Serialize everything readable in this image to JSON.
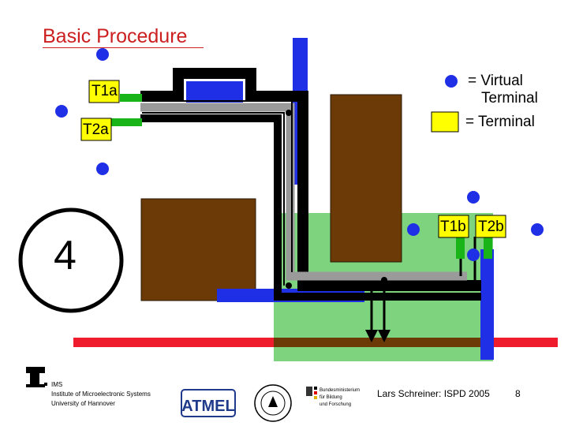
{
  "slide": {
    "title": "Basic Procedure",
    "step_number": "4",
    "terminals": {
      "t1a": "T1a",
      "t2a": "T2a",
      "t1b": "T1b",
      "t2b": "T2b"
    },
    "legend": {
      "virtual_terminal_line1": "= Virtual",
      "virtual_terminal_line2": "Terminal",
      "terminal": "= Terminal"
    },
    "footer": {
      "author": "Lars Schreiner: ISPD 2005",
      "page": "8"
    },
    "logos": {
      "ims_line1": "IMS",
      "ims_line2": "Institute of Microelectronic Systems",
      "ims_line3": "University of Hannover",
      "ministry_line1": "Bundesministerium",
      "ministry_line2": "für Bildung",
      "ministry_line3": "und Forschung"
    }
  },
  "colors": {
    "title": "#cc1f1f",
    "blue": "#1f2fe6",
    "green": "#18b418",
    "light_green": "#7ed37e",
    "brown": "#6b3a06",
    "red": "#ee1c2c",
    "yellow": "#ffff00"
  }
}
